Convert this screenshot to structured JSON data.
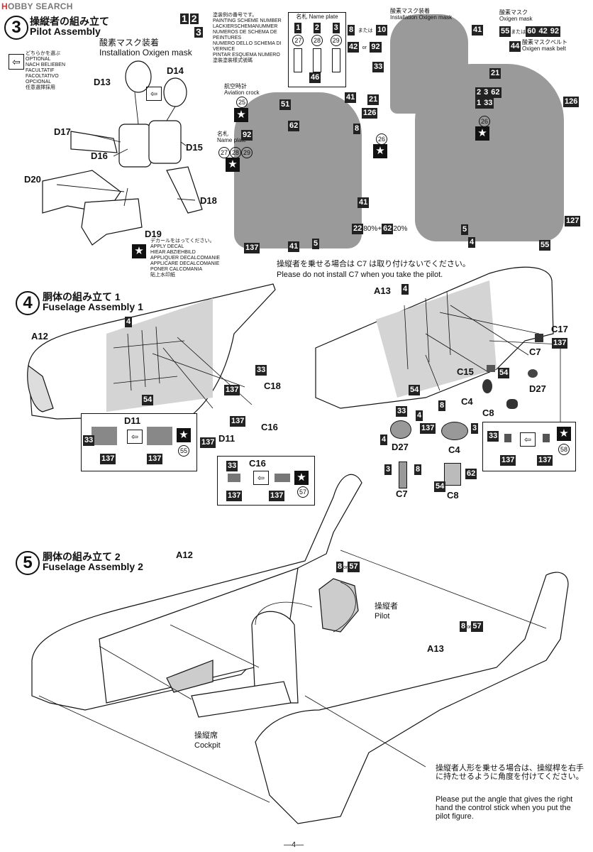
{
  "header": {
    "logo_prefix": "H",
    "logo_text": "OBBY SEARCH"
  },
  "legend": {
    "optional_labels": [
      "どちらかを選ぶ",
      "OPTIONAL",
      "NACH BELIEBEN",
      "FACULTATIF",
      "FACOLTATIVO",
      "OPCIONAL",
      "任意選擇採用"
    ],
    "decal_labels": [
      "デカールをはってください。",
      "APPLY DECAL",
      "HIEAR ABZIEHBILD",
      "APPLIQUER DECALCOMANIE",
      "APPLICARE DECALCOMANIE",
      "PONER CALCOMANIA",
      "貼上水印紙"
    ],
    "scheme_labels": [
      "塗装例の番号です。",
      "PAINTING SCHEME NUMBER",
      "LACKIERSCHEMANUMMER",
      "NUMEROS DE SCHEMA DE PEINTURES",
      "NUMERO DELLO SCHEMA DI VERNICE",
      "PINTAR ESQUEMA NUMERO",
      "塗裝塗裝樣式號碼"
    ]
  },
  "step3": {
    "number": "3",
    "title_jp": "操縦者の組み立て",
    "title_en": "Pilot Assembly",
    "mask_jp": "酸素マスク装着",
    "mask_en": "Installation Oxigen mask",
    "parts": [
      "D13",
      "D14",
      "D17",
      "D16",
      "D15",
      "D20",
      "D18",
      "D19"
    ]
  },
  "nameplate": {
    "title": "名札 Name plate",
    "schemes": [
      "1",
      "2",
      "3"
    ],
    "decals": [
      "27",
      "28",
      "29"
    ],
    "scheme_a": "1",
    "scheme_b": "2",
    "scheme_c": "3"
  },
  "photo1": {
    "mask_jp": "酸素マスク装着",
    "mask_en": "Installation Oxigen mask",
    "colors": [
      "8",
      "10",
      "42",
      "92",
      "33",
      "41"
    ],
    "or": "または",
    "or_en": "or"
  },
  "photo2": {
    "crock_jp": "航空時計",
    "crock_en": "Aviation crock",
    "crock_decal": "25",
    "name_jp": "名札",
    "name_en": "Name plate",
    "name_color": "92",
    "name_decals": [
      "27",
      "28",
      "29"
    ],
    "colors": [
      "46",
      "41",
      "21",
      "51",
      "62",
      "126",
      "8",
      "26",
      "41",
      "22",
      "62",
      "5",
      "41",
      "137"
    ],
    "mix": "80%+",
    "mix2": "20%"
  },
  "photo3": {
    "mask_jp": "酸素マスク",
    "mask_en": "Oxigen mask",
    "belt_jp": "酸素マスクベルト",
    "belt_en": "Oxigen mask belt",
    "colors": [
      "55",
      "60",
      "42",
      "92",
      "44",
      "21",
      "62",
      "33",
      "126",
      "26",
      "127",
      "5",
      "4",
      "55"
    ]
  },
  "step4": {
    "number": "4",
    "title_jp": "胴体の組み立て",
    "title_num": "1",
    "title_en": "Fuselage Assembly 1",
    "parts": [
      "A12",
      "D11",
      "C18",
      "C16",
      "A13",
      "C17",
      "C7",
      "C15",
      "D27",
      "C4",
      "C8"
    ],
    "note_jp": "操縦者を乗せる場合は C7 は取り付けないでください。",
    "note_en": "Please do not install C7 when you take the pilot.",
    "decals": [
      "55",
      "57",
      "58"
    ]
  },
  "step5": {
    "number": "5",
    "title_jp": "胴体の組み立て",
    "title_num": "2",
    "title_en": "Fuselage Assembly 2",
    "parts": [
      "A12",
      "A13"
    ],
    "pilot_jp": "操縦者",
    "pilot_en": "Pilot",
    "cockpit_jp": "操縦席",
    "cockpit_en": "Cockpit",
    "or_a": "8",
    "or_b": "57",
    "note_jp": "操縦者人形を乗せる場合は、操縦桿を右手に持たせるように角度を付けてください。",
    "note_en": "Please put the angle that gives the right hand the control stick when you put the pilot figure."
  },
  "footer": {
    "page": "—4—"
  }
}
